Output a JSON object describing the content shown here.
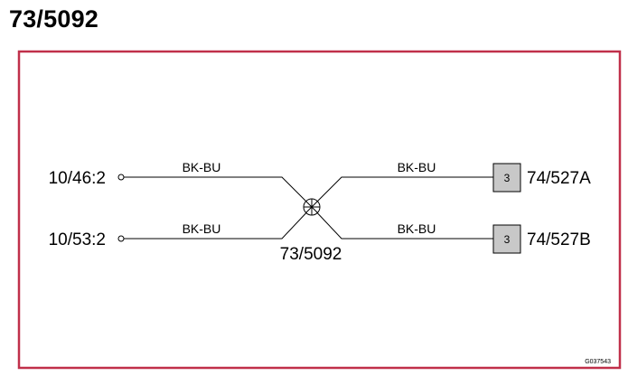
{
  "page": {
    "title": "73/5092",
    "frame_color": "#c0304a",
    "figure_id": "G037543"
  },
  "diagram": {
    "splice": {
      "label": "73/5092"
    },
    "left_terminals": [
      {
        "label": "10/46:2"
      },
      {
        "label": "10/53:2"
      }
    ],
    "wires": [
      {
        "color_code": "BK-BU"
      },
      {
        "color_code": "BK-BU"
      },
      {
        "color_code": "BK-BU"
      },
      {
        "color_code": "BK-BU"
      }
    ],
    "right_connectors": [
      {
        "label": "74/527A",
        "pin": "3",
        "fill": "#c8c8c8"
      },
      {
        "label": "74/527B",
        "pin": "3",
        "fill": "#c8c8c8"
      }
    ]
  }
}
